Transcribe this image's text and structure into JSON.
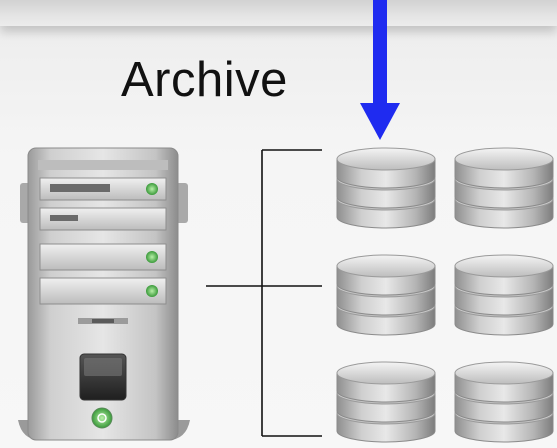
{
  "diagram": {
    "title": "Archive",
    "arrow_color": "#1f2bf0",
    "server": {
      "label_1": "",
      "label_2": ""
    },
    "disk_stacks": {
      "rows": 3,
      "columns": 2
    }
  }
}
